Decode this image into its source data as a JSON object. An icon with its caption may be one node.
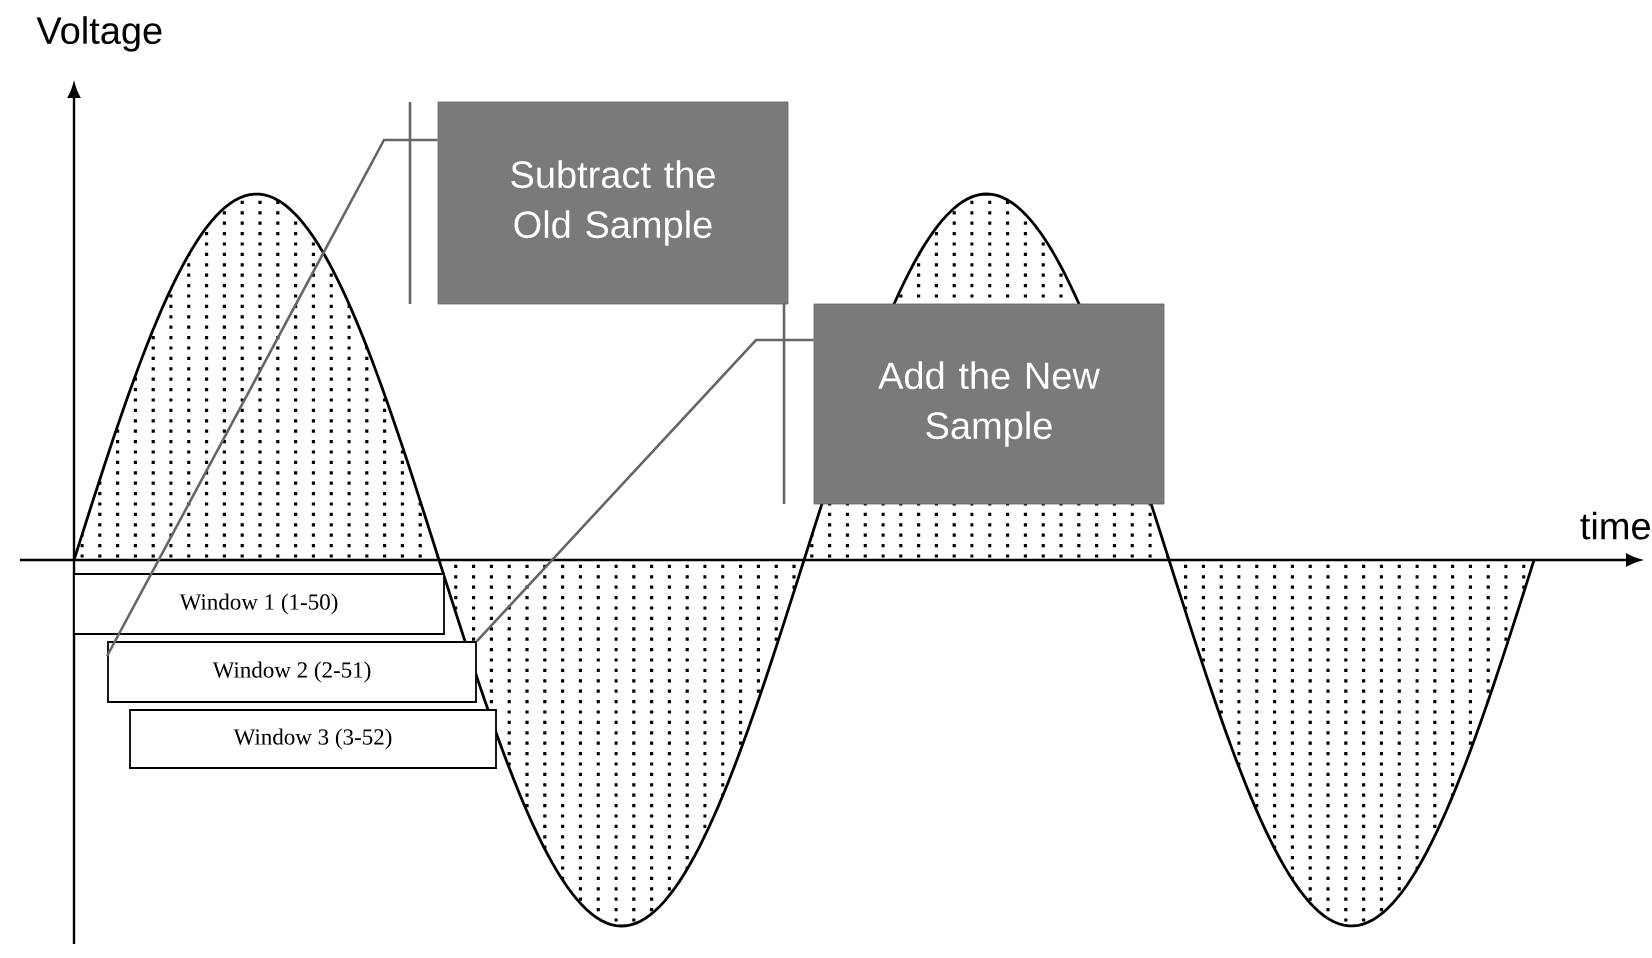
{
  "diagram": {
    "nodes": [
      {
        "text": [
          "Subtract the Old Sample"
        ]
      },
      {
        "text": [
          "Add the New Sample"
        ]
      },
      {
        "text": [
          "Window 1 (1-50)"
        ]
      },
      {
        "text": [
          "Window 2 (2-51)"
        ]
      },
      {
        "text": [
          "Window 3 (3-52)"
        ]
      }
    ],
    "edges": [
      {
        "from": 0,
        "to": 3,
        "arrow": "none"
      },
      {
        "from": 1,
        "to": 3,
        "arrow": "none"
      }
    ],
    "labels": [
      "Voltage",
      "time"
    ]
  }
}
